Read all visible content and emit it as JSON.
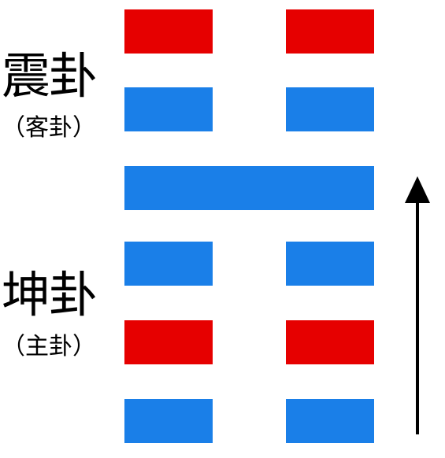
{
  "upper_trigram": {
    "name": "震卦",
    "role": "（客卦）"
  },
  "lower_trigram": {
    "name": "坤卦",
    "role": "（主卦）"
  },
  "colors": {
    "broken_red": "#e60000",
    "blue": "#1a7fe8",
    "arrow": "#000000"
  },
  "lines_top_to_bottom": [
    {
      "kind": "broken",
      "color": "red"
    },
    {
      "kind": "broken",
      "color": "blue"
    },
    {
      "kind": "solid",
      "color": "blue"
    },
    {
      "kind": "broken",
      "color": "blue"
    },
    {
      "kind": "broken",
      "color": "red"
    },
    {
      "kind": "broken",
      "color": "blue"
    }
  ],
  "arrow_direction": "up"
}
